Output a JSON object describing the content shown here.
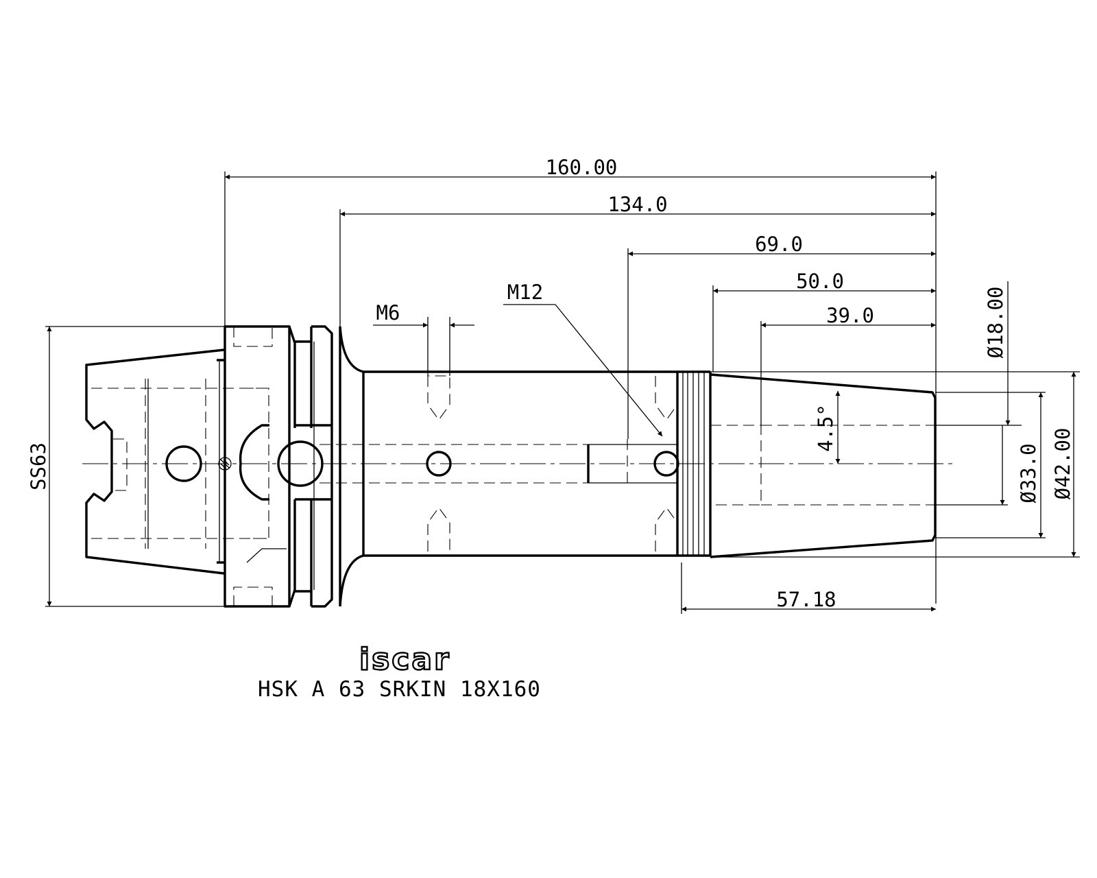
{
  "drawing": {
    "overall_length": "160.00",
    "shank_length": "134.0",
    "len_69": "69.0",
    "len_50": "50.0",
    "len_39": "39.0",
    "len_57": "57.18",
    "thread_m6": "M6",
    "thread_m12": "M12",
    "dia_18": "Ø18.00",
    "dia_33": "Ø33.0",
    "dia_42": "Ø42.00",
    "taper_angle": "4.5°",
    "flange_size": "SS63"
  },
  "title_block": {
    "brand": "iscar",
    "part_name": "HSK A 63 SRKIN 18X160"
  }
}
